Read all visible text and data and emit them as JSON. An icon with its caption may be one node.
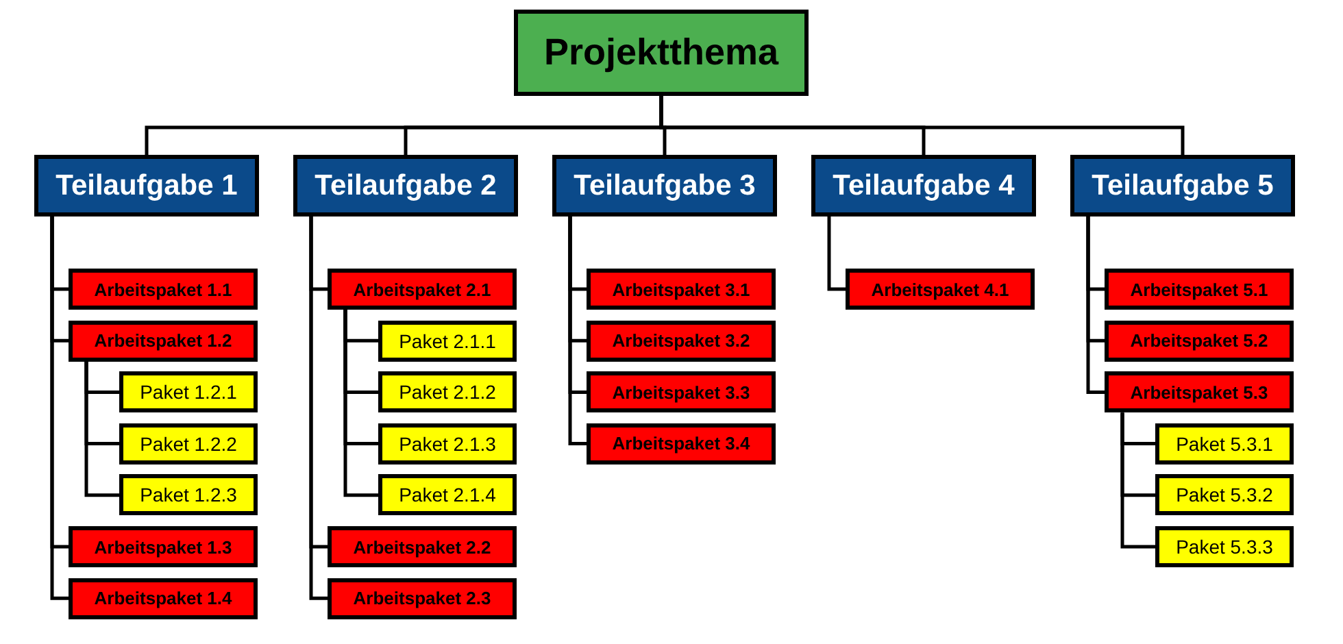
{
  "diagram": {
    "nodes": [
      {
        "text": [
          "Projektthema"
        ]
      },
      {
        "text": [
          "Teilaufgabe 1"
        ]
      },
      {
        "text": [
          "Arbeitspaket 1.1"
        ]
      },
      {
        "text": [
          "Arbeitspaket 1.2"
        ]
      },
      {
        "text": [
          "Paket 1.2.1"
        ]
      },
      {
        "text": [
          "Paket 1.2.2"
        ]
      },
      {
        "text": [
          "Paket 1.2.3"
        ]
      },
      {
        "text": [
          "Arbeitspaket 1.3"
        ]
      },
      {
        "text": [
          "Arbeitspaket 1.4"
        ]
      },
      {
        "text": [
          "Teilaufgabe 2"
        ]
      },
      {
        "text": [
          "Arbeitspaket 2.1"
        ]
      },
      {
        "text": [
          "Paket 2.1.1"
        ]
      },
      {
        "text": [
          "Paket 2.1.2"
        ]
      },
      {
        "text": [
          "Paket 2.1.3"
        ]
      },
      {
        "text": [
          "Paket 2.1.4"
        ]
      },
      {
        "text": [
          "Arbeitspaket 2.2"
        ]
      },
      {
        "text": [
          "Arbeitspaket 2.3"
        ]
      },
      {
        "text": [
          "Teilaufgabe 3"
        ]
      },
      {
        "text": [
          "Arbeitspaket 3.1"
        ]
      },
      {
        "text": [
          "Arbeitspaket 3.2"
        ]
      },
      {
        "text": [
          "Arbeitspaket 3.3"
        ]
      },
      {
        "text": [
          "Arbeitspaket 3.4"
        ]
      },
      {
        "text": [
          "Teilaufgabe 4"
        ]
      },
      {
        "text": [
          "Arbeitspaket 4.1"
        ]
      },
      {
        "text": [
          "Teilaufgabe 5"
        ]
      },
      {
        "text": [
          "Arbeitspaket 5.1"
        ]
      },
      {
        "text": [
          "Arbeitspaket 5.2"
        ]
      },
      {
        "text": [
          "Arbeitspaket 5.3"
        ]
      },
      {
        "text": [
          "Paket 5.3.1"
        ]
      },
      {
        "text": [
          "Paket 5.3.2"
        ]
      },
      {
        "text": [
          "Paket 5.3.3"
        ]
      }
    ],
    "edges": [
      {
        "from": 0,
        "to": 1,
        "arrow": "none"
      },
      {
        "from": 0,
        "to": 9,
        "arrow": "none"
      },
      {
        "from": 0,
        "to": 17,
        "arrow": "none"
      },
      {
        "from": 0,
        "to": 22,
        "arrow": "none"
      },
      {
        "from": 0,
        "to": 24,
        "arrow": "none"
      },
      {
        "from": 1,
        "to": 2,
        "arrow": "none"
      },
      {
        "from": 1,
        "to": 3,
        "arrow": "none"
      },
      {
        "from": 3,
        "to": 4,
        "arrow": "none"
      },
      {
        "from": 3,
        "to": 5,
        "arrow": "none"
      },
      {
        "from": 3,
        "to": 6,
        "arrow": "none"
      },
      {
        "from": 1,
        "to": 7,
        "arrow": "none"
      },
      {
        "from": 1,
        "to": 8,
        "arrow": "none"
      },
      {
        "from": 9,
        "to": 10,
        "arrow": "none"
      },
      {
        "from": 10,
        "to": 11,
        "arrow": "none"
      },
      {
        "from": 10,
        "to": 12,
        "arrow": "none"
      },
      {
        "from": 10,
        "to": 13,
        "arrow": "none"
      },
      {
        "from": 10,
        "to": 14,
        "arrow": "none"
      },
      {
        "from": 9,
        "to": 15,
        "arrow": "none"
      },
      {
        "from": 9,
        "to": 16,
        "arrow": "none"
      },
      {
        "from": 17,
        "to": 18,
        "arrow": "none"
      },
      {
        "from": 17,
        "to": 19,
        "arrow": "none"
      },
      {
        "from": 17,
        "to": 20,
        "arrow": "none"
      },
      {
        "from": 17,
        "to": 21,
        "arrow": "none"
      },
      {
        "from": 22,
        "to": 23,
        "arrow": "none"
      },
      {
        "from": 24,
        "to": 25,
        "arrow": "none"
      },
      {
        "from": 24,
        "to": 26,
        "arrow": "none"
      },
      {
        "from": 24,
        "to": 27,
        "arrow": "none"
      },
      {
        "from": 27,
        "to": 28,
        "arrow": "none"
      },
      {
        "from": 27,
        "to": 29,
        "arrow": "none"
      },
      {
        "from": 27,
        "to": 30,
        "arrow": "none"
      }
    ]
  }
}
